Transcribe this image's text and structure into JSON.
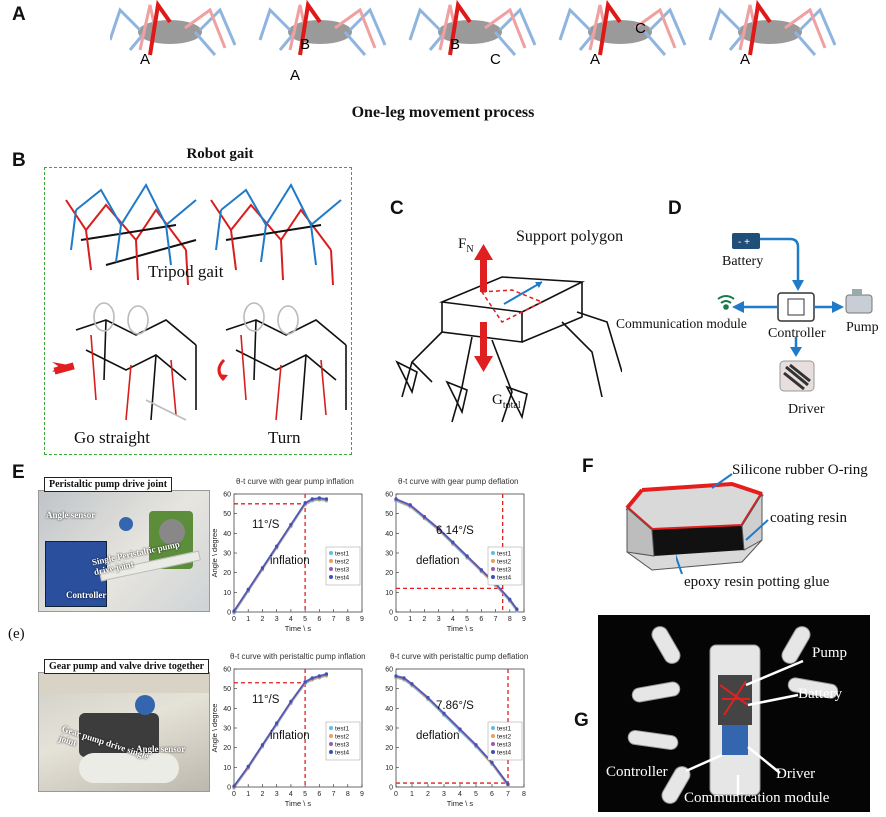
{
  "panelA": {
    "letter": "A",
    "caption": "One-leg movement process",
    "frame_labels": [
      {
        "top": "",
        "bottom": "A"
      },
      {
        "top": "B",
        "bottom": "A"
      },
      {
        "top": "B",
        "bottom": "C"
      },
      {
        "top": "C",
        "bottom": "A"
      },
      {
        "top": "",
        "bottom": "A"
      }
    ]
  },
  "panelB": {
    "letter": "B",
    "title": "Robot gait",
    "tripod_label": "Tripod gait",
    "straight_label": "Go straight",
    "turn_label": "Turn"
  },
  "panelC": {
    "letter": "C",
    "fn_label": "F",
    "fn_sub": "N",
    "polygon_label": "Support polygon",
    "g_label": "G",
    "g_sub": "total"
  },
  "panelD": {
    "letter": "D",
    "battery": "Battery",
    "comm": "Communication module",
    "controller": "Controller",
    "pump": "Pump",
    "driver": "Driver"
  },
  "panelE": {
    "letter": "E",
    "sub_letter": "(e)",
    "photo1_title": "Peristaltic pump drive joint",
    "photo1_labels": [
      "Angle sensor",
      "Single Peristaltic pump drive joint",
      "Controller"
    ],
    "photo2_title": "Gear pump and valve drive together",
    "photo2_labels": [
      "Angle sensor",
      "Gear pump drive single joint"
    ]
  },
  "panelF": {
    "letter": "F",
    "labels": [
      "Silicone rubber O-ring",
      "coating resin",
      "epoxy resin potting glue"
    ]
  },
  "panelG": {
    "letter": "G",
    "labels": [
      "Pump",
      "Battery",
      "Controller",
      "Driver",
      "Communication module"
    ]
  },
  "chart_data": [
    {
      "type": "line",
      "title": "θ-t curve with gear pump inflation",
      "xlabel": "Time \\ s",
      "ylabel": "Angle \\ degree",
      "xlim": [
        0,
        9
      ],
      "ylim": [
        0,
        60
      ],
      "xticks": [
        0,
        1,
        2,
        3,
        4,
        5,
        6,
        7,
        8,
        9
      ],
      "yticks": [
        0,
        10,
        20,
        30,
        40,
        50,
        60
      ],
      "annotation_rate": "11°/S",
      "annotation_phase": "inflation",
      "legend": [
        "test1",
        "test2",
        "test3",
        "test4"
      ],
      "ref_x": 5,
      "ref_y": 55,
      "x": [
        0,
        1,
        2,
        3,
        4,
        5,
        5.5,
        6,
        6.5
      ],
      "y": [
        0,
        11,
        22,
        33,
        44,
        55,
        57,
        57.5,
        57
      ]
    },
    {
      "type": "line",
      "title": "θ-t curve with gear pump deflation",
      "xlabel": "Time \\ s",
      "ylabel": "",
      "xlim": [
        0,
        9
      ],
      "ylim": [
        0,
        60
      ],
      "xticks": [
        0,
        1,
        2,
        3,
        4,
        5,
        6,
        7,
        8,
        9
      ],
      "yticks": [
        0,
        10,
        20,
        30,
        40,
        50,
        60
      ],
      "annotation_rate": "6.14°/S",
      "annotation_phase": "deflation",
      "legend": [
        "test1",
        "test2",
        "test3",
        "test4"
      ],
      "ref_x": 7.5,
      "ref_y": 12,
      "x": [
        0,
        1,
        2,
        3,
        4,
        5,
        6,
        7,
        8,
        8.5
      ],
      "y": [
        57,
        54,
        48,
        42,
        35,
        28,
        21,
        14,
        6,
        1
      ]
    },
    {
      "type": "line",
      "title": "θ-t curve with peristaltic pump inflation",
      "xlabel": "Time \\ s",
      "ylabel": "Angle \\ degree",
      "xlim": [
        0,
        9
      ],
      "ylim": [
        0,
        60
      ],
      "xticks": [
        0,
        1,
        2,
        3,
        4,
        5,
        6,
        7,
        8,
        9
      ],
      "yticks": [
        0,
        10,
        20,
        30,
        40,
        50,
        60
      ],
      "annotation_rate": "11°/S",
      "annotation_phase": "inflation",
      "legend": [
        "test1",
        "test2",
        "test3",
        "test4"
      ],
      "ref_x": 5,
      "ref_y": 53,
      "x": [
        0,
        1,
        2,
        3,
        4,
        5,
        5.5,
        6,
        6.5
      ],
      "y": [
        0,
        10,
        21,
        32,
        43,
        53,
        55,
        56,
        57
      ]
    },
    {
      "type": "line",
      "title": "θ-t curve with peristaltic pump deflation",
      "xlabel": "Time \\ s",
      "ylabel": "",
      "xlim": [
        0,
        8
      ],
      "ylim": [
        0,
        60
      ],
      "xticks": [
        0,
        1,
        2,
        3,
        4,
        5,
        6,
        7,
        8
      ],
      "yticks": [
        0,
        10,
        20,
        30,
        40,
        50,
        60
      ],
      "annotation_rate": "7.86°/S",
      "annotation_phase": "deflation",
      "legend": [
        "test1",
        "test2",
        "test3",
        "test4"
      ],
      "ref_x": 7,
      "ref_y": 2,
      "x": [
        0,
        0.5,
        1,
        2,
        3,
        4,
        5,
        6,
        7
      ],
      "y": [
        56,
        55,
        52,
        45,
        37,
        29,
        21,
        12,
        1
      ]
    }
  ]
}
